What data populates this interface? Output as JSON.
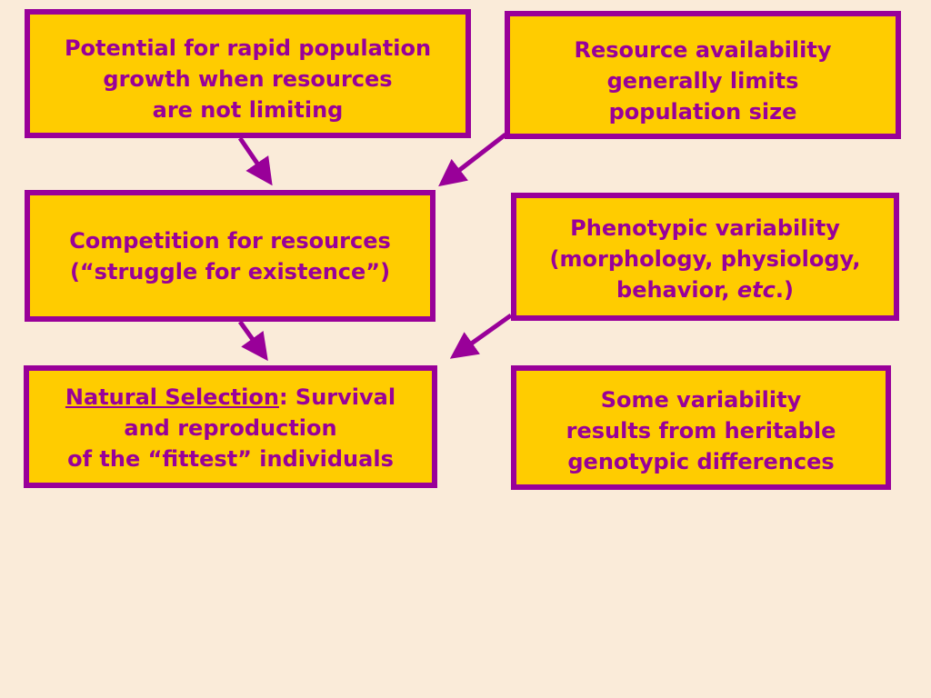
{
  "boxes": {
    "rapid_growth": {
      "lines": [
        "Potential for rapid population",
        "growth when resources",
        "are not limiting"
      ]
    },
    "resource_limits": {
      "lines": [
        "Resource availability",
        "generally limits",
        "population size"
      ]
    },
    "competition": {
      "lines": [
        "Competition for resources",
        "(“struggle for existence”)"
      ]
    },
    "phenotypic": {
      "line1": "Phenotypic variability",
      "line2": "(morphology, physiology,",
      "line3_pre": "behavior, ",
      "line3_italic": "etc",
      "line3_post": ".)"
    },
    "natural_selection": {
      "title_underlined": "Natural Selection",
      "title_rest": ":  Survival",
      "line2": "and reproduction",
      "line3": "of the “fittest” individuals"
    },
    "heritable": {
      "lines": [
        "Some variability",
        "results from heritable",
        "genotypic differences"
      ]
    }
  },
  "colors": {
    "background": "#faebd9",
    "box_fill": "#ffcc00",
    "border": "#990099",
    "text": "#990099"
  }
}
